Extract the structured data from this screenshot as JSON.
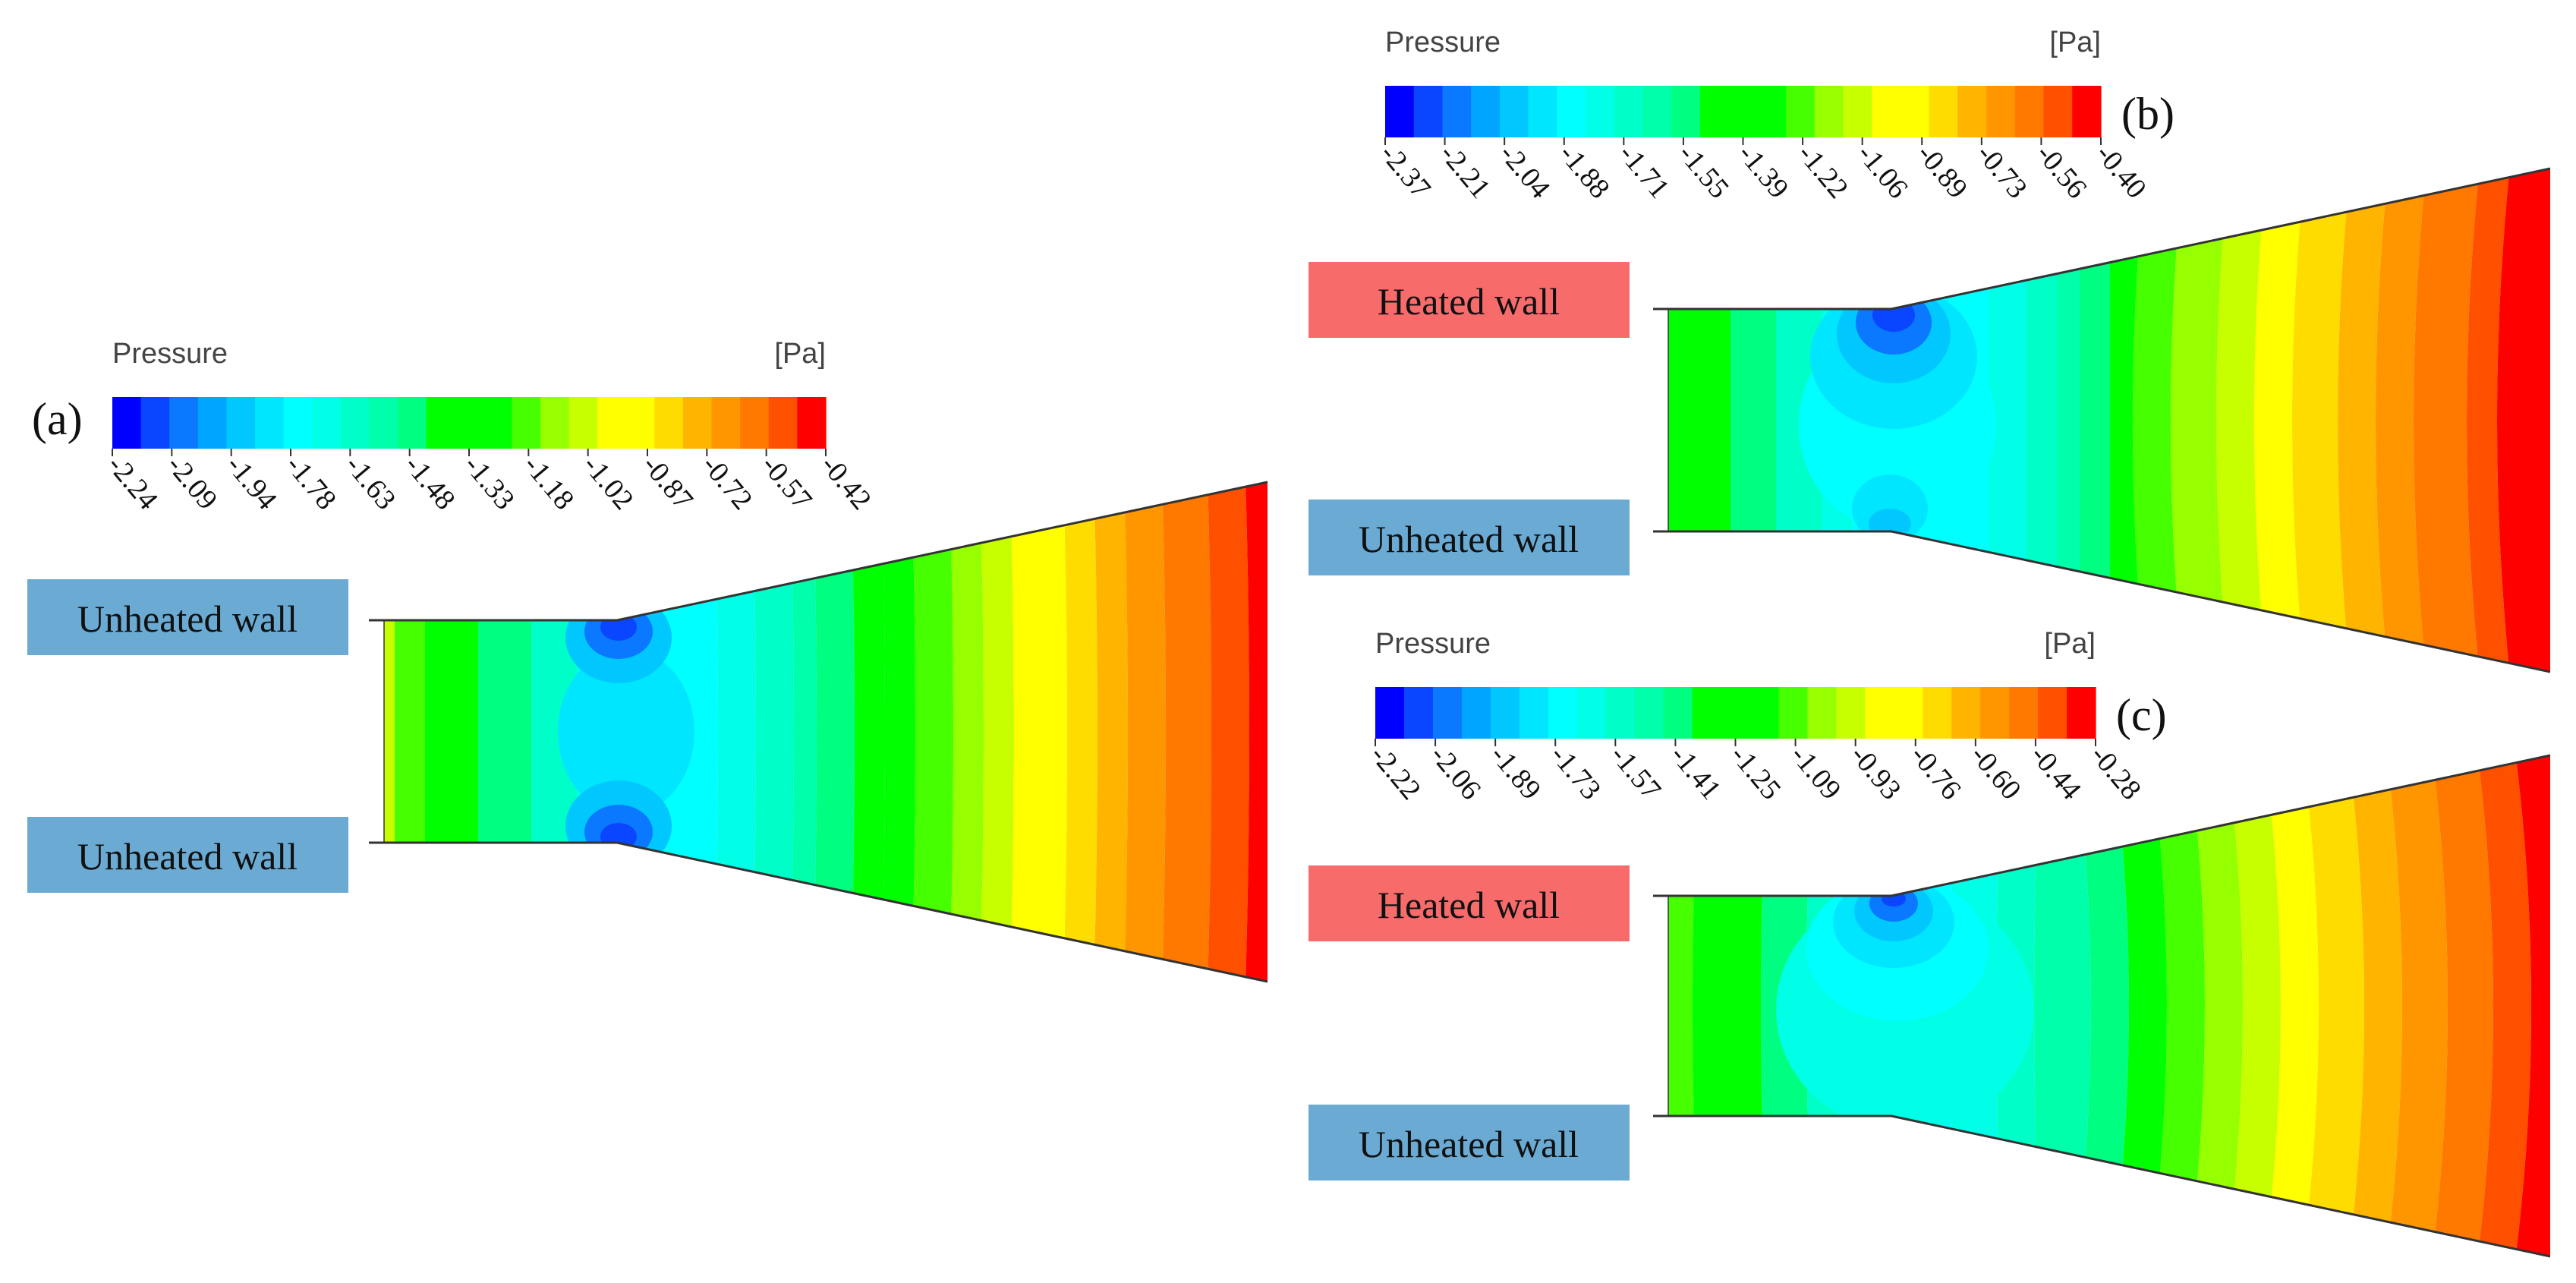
{
  "colormap": [
    "#0000ff",
    "#0a46ff",
    "#0a78ff",
    "#00a5ff",
    "#00c8ff",
    "#00e6ff",
    "#00ffff",
    "#00ffe6",
    "#00ffc8",
    "#00ffaa",
    "#00ff80",
    "#00ff00",
    "#00ff00",
    "#00ff00",
    "#46ff00",
    "#96ff00",
    "#c8ff00",
    "#ffff00",
    "#ffff00",
    "#ffdc00",
    "#ffb400",
    "#ff9600",
    "#ff7800",
    "#ff5000",
    "#ff0000"
  ],
  "panels": [
    {
      "id": "a",
      "tag": "(a)",
      "legend_title": "Pressure",
      "legend_unit": "[Pa]",
      "ticks": [
        "-2.24",
        "-2.09",
        "-1.94",
        "-1.78",
        "-1.63",
        "-1.48",
        "-1.33",
        "-1.18",
        "-1.02",
        "-0.87",
        "-0.72",
        "-0.57",
        "-0.42"
      ],
      "top_wall": "Unheated wall",
      "bottom_wall": "Unheated wall",
      "top_heated": false
    },
    {
      "id": "b",
      "tag": "(b)",
      "legend_title": "Pressure",
      "legend_unit": "[Pa]",
      "ticks": [
        "-2.37",
        "-2.21",
        "-2.04",
        "-1.88",
        "-1.71",
        "-1.55",
        "-1.39",
        "-1.22",
        "-1.06",
        "-0.89",
        "-0.73",
        "-0.56",
        "-0.40"
      ],
      "top_wall": "Heated wall",
      "bottom_wall": "Unheated wall",
      "top_heated": true
    },
    {
      "id": "c",
      "tag": "(c)",
      "legend_title": "Pressure",
      "legend_unit": "[Pa]",
      "ticks": [
        "-2.22",
        "-2.06",
        "-1.89",
        "-1.73",
        "-1.57",
        "-1.41",
        "-1.25",
        "-1.09",
        "-0.93",
        "-0.76",
        "-0.60",
        "-0.44",
        "-0.28"
      ],
      "top_wall": "Heated wall",
      "bottom_wall": "Unheated wall",
      "top_heated": true
    }
  ],
  "wall_colors": {
    "heated": "#f76b6b",
    "unheated": "#6aaad3"
  }
}
